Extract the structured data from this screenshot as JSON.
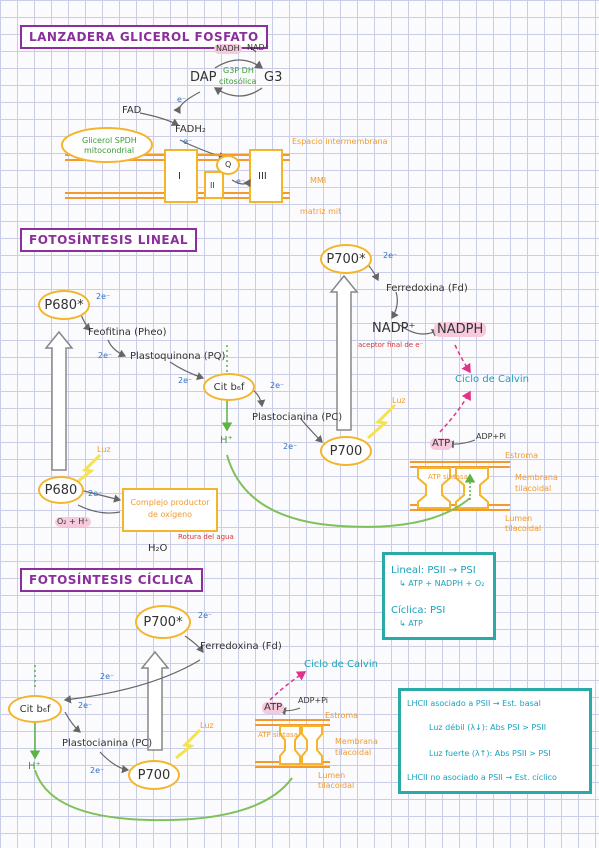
{
  "section1": {
    "title": "LANZADERA GLICEROL FOSFATO",
    "nadh": "NADH",
    "nad": "NAD⁺",
    "dap": "DAP",
    "g3": "G3",
    "g3p_dh": "G3P DH",
    "citosolica": "citosólica",
    "fad": "FAD",
    "fadh2": "FADH₂",
    "e1": "e⁻",
    "e2": "e⁻",
    "e3": "e⁻",
    "glicerol_sdph": "Glicerol SPDH",
    "mitocondrial": "mitocondrial",
    "espacio": "Espacio intermembrana",
    "mmi": "MMI",
    "matriz": "matriz mit",
    "complex_i": "I",
    "complex_ii": "II",
    "complex_iii": "III",
    "q": "Q"
  },
  "section2": {
    "title": "FOTOSÍNTESIS LINEAL",
    "p680_star": "P680*",
    "p680": "P680",
    "two_e_a": "2e⁻",
    "two_e_b": "2e⁻",
    "two_e_c": "2e⁻",
    "two_e_d": "2e⁻",
    "two_e_e": "2e⁻",
    "two_e_f": "2e⁻",
    "feofitina": "Feofitina (Pheo)",
    "plastoquinona": "Plastoquinona (PQ)",
    "cit_bf": "Cit b₆f",
    "plastocianina": "Plastocianina (PC)",
    "p700": "P700",
    "p700_star": "P700*",
    "ferredoxina": "Ferredoxina (Fd)",
    "nadp": "NADP⁺",
    "nadph": "NADPH",
    "aceptor": "aceptor final de e⁻",
    "ciclo_calvin": "Ciclo de Calvin",
    "atp": "ATP",
    "adp_pi": "ADP+Pi",
    "estroma": "Estroma",
    "atp_sintasa": "ATP sintasa",
    "membrana": "Membrana",
    "tilacoidal": "tilacoidal",
    "lumen": "Lumen",
    "lumen2": "tilacoidal",
    "luz_1": "Luz",
    "luz_2": "Luz",
    "h_plus": "H⁺",
    "complejo1": "Complejo productor",
    "complejo2": "de oxígeno",
    "o2h": "O₂ + H⁺",
    "h2o": "H₂O",
    "rotura_agua": "Rotura del agua"
  },
  "summary": {
    "lineal_label": "Lineal:",
    "lineal_eq": "PSII → PSI",
    "lineal_prod": "↳ ATP + NADPH + O₂",
    "ciclica_label": "Cíclica:",
    "ciclica_eq": "PSI",
    "ciclica_prod": "↳ ATP"
  },
  "section3": {
    "title": "FOTOSÍNTESIS CÍCLICA",
    "p700_star": "P700*",
    "p700": "P700",
    "two_e_a": "2e⁻",
    "two_e_b": "2e⁻",
    "two_e_c": "2e⁻",
    "two_e_d": "2e⁻",
    "ferredoxina": "Ferredoxina (Fd)",
    "cit_bf": "Cit b₆f",
    "plastocianina": "Plastocianina (PC)",
    "ciclo_calvin": "Ciclo de Calvin",
    "atp": "ATP",
    "adp_pi": "ADP+Pi",
    "estroma": "Estroma",
    "atp_sintasa": "ATP sintasa",
    "membrana": "Membrana",
    "tilacoidal": "tilacoidal",
    "lumen": "Lumen",
    "lumen2": "tilacoidal",
    "luz": "Luz",
    "h_plus": "H⁺"
  },
  "lhc": {
    "line1": "LHCII asociado a PSII → Est. basal",
    "line2": "Luz débil (λ↓): Abs PSI > PSII",
    "line3": "Luz fuerte (λ↑): Abs PSII > PSI",
    "line4": "LHCII no asociado a PSII → Est. cíclico"
  },
  "colors": {
    "purple": "#8a2f9c",
    "orange": "#f29a2e",
    "yellow": "#f4b52d",
    "green": "#3e9a3a",
    "teal": "#2aa9a9",
    "blue": "#2f6fc9",
    "pink": "#e0338a"
  }
}
